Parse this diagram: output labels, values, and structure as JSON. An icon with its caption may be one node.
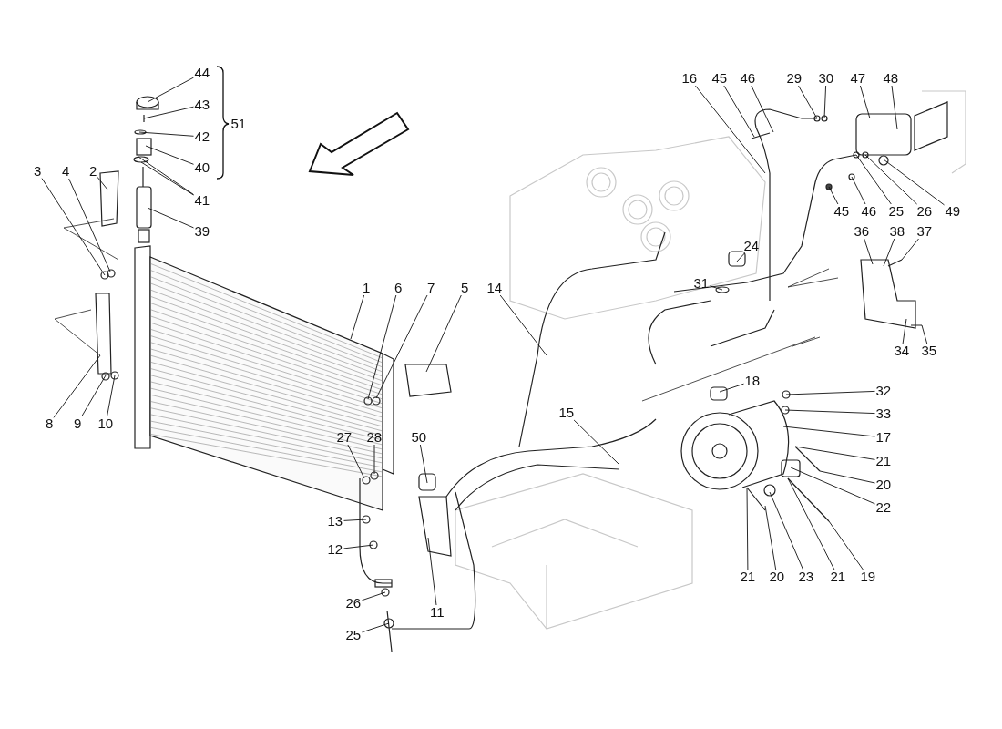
{
  "diagram": {
    "nodes": [
      {
        "text": [
          "44"
        ]
      },
      {
        "text": [
          "43"
        ]
      },
      {
        "text": [
          "42"
        ]
      },
      {
        "text": [
          "40"
        ]
      },
      {
        "text": [
          "41"
        ]
      },
      {
        "text": [
          "39"
        ]
      },
      {
        "text": [
          "3"
        ]
      },
      {
        "text": [
          "4"
        ]
      },
      {
        "text": [
          "2"
        ]
      },
      {
        "text": [
          "1"
        ]
      },
      {
        "text": [
          "6"
        ]
      },
      {
        "text": [
          "7"
        ]
      },
      {
        "text": [
          "5"
        ]
      },
      {
        "text": [
          "14"
        ]
      },
      {
        "text": [
          "8"
        ]
      },
      {
        "text": [
          "9"
        ]
      },
      {
        "text": [
          "10"
        ]
      },
      {
        "text": [
          "27"
        ]
      },
      {
        "text": [
          "28"
        ]
      },
      {
        "text": [
          "50"
        ]
      },
      {
        "text": [
          "15"
        ]
      },
      {
        "text": [
          "13"
        ]
      },
      {
        "text": [
          "12"
        ]
      },
      {
        "text": [
          "11"
        ]
      },
      {
        "text": [
          "26"
        ]
      },
      {
        "text": [
          "25"
        ]
      },
      {
        "text": [
          "16"
        ]
      },
      {
        "text": [
          "45"
        ]
      },
      {
        "text": [
          "46"
        ]
      },
      {
        "text": [
          "29"
        ]
      },
      {
        "text": [
          "30"
        ]
      },
      {
        "text": [
          "47"
        ]
      },
      {
        "text": [
          "48"
        ]
      },
      {
        "text": [
          "45"
        ]
      },
      {
        "text": [
          "46"
        ]
      },
      {
        "text": [
          "25"
        ]
      },
      {
        "text": [
          "26"
        ]
      },
      {
        "text": [
          "49"
        ]
      },
      {
        "text": [
          "36"
        ]
      },
      {
        "text": [
          "38"
        ]
      },
      {
        "text": [
          "37"
        ]
      },
      {
        "text": [
          "24"
        ]
      },
      {
        "text": [
          "31"
        ]
      },
      {
        "text": [
          "34"
        ]
      },
      {
        "text": [
          "35"
        ]
      },
      {
        "text": [
          "18"
        ]
      },
      {
        "text": [
          "32"
        ]
      },
      {
        "text": [
          "33"
        ]
      },
      {
        "text": [
          "17"
        ]
      },
      {
        "text": [
          "21"
        ]
      },
      {
        "text": [
          "20"
        ]
      },
      {
        "text": [
          "22"
        ]
      },
      {
        "text": [
          "21"
        ]
      },
      {
        "text": [
          "20"
        ]
      },
      {
        "text": [
          "23"
        ]
      },
      {
        "text": [
          "21"
        ]
      },
      {
        "text": [
          "19"
        ]
      }
    ],
    "edges": [
      {
        "from": 0,
        "to": null,
        "arrow": "none"
      },
      {
        "from": 1,
        "to": null,
        "arrow": "none"
      },
      {
        "from": 2,
        "to": null,
        "arrow": "none"
      },
      {
        "from": 3,
        "to": null,
        "arrow": "none"
      },
      {
        "from": 4,
        "to": null,
        "arrow": "none"
      },
      {
        "from": 4,
        "to": null,
        "arrow": "none"
      },
      {
        "from": 5,
        "to": null,
        "arrow": "none"
      },
      {
        "from": 6,
        "to": null,
        "arrow": "none"
      },
      {
        "from": 7,
        "to": null,
        "arrow": "none"
      },
      {
        "from": 8,
        "to": null,
        "arrow": "none"
      },
      {
        "from": 9,
        "to": null,
        "arrow": "none"
      },
      {
        "from": 10,
        "to": null,
        "arrow": "none"
      },
      {
        "from": 11,
        "to": null,
        "arrow": "none"
      },
      {
        "from": 12,
        "to": null,
        "arrow": "none"
      },
      {
        "from": 13,
        "to": null,
        "arrow": "none"
      },
      {
        "from": 14,
        "to": null,
        "arrow": "none"
      },
      {
        "from": 15,
        "to": null,
        "arrow": "none"
      },
      {
        "from": 16,
        "to": null,
        "arrow": "none"
      },
      {
        "from": 17,
        "to": null,
        "arrow": "none"
      },
      {
        "from": 18,
        "to": null,
        "arrow": "none"
      },
      {
        "from": 19,
        "to": null,
        "arrow": "none"
      },
      {
        "from": 20,
        "to": null,
        "arrow": "none"
      },
      {
        "from": 21,
        "to": null,
        "arrow": "none"
      },
      {
        "from": 22,
        "to": null,
        "arrow": "none"
      },
      {
        "from": 23,
        "to": null,
        "arrow": "none"
      },
      {
        "from": 24,
        "to": null,
        "arrow": "none"
      },
      {
        "from": 25,
        "to": null,
        "arrow": "none"
      },
      {
        "from": 26,
        "to": null,
        "arrow": "none"
      },
      {
        "from": 27,
        "to": null,
        "arrow": "none"
      },
      {
        "from": 28,
        "to": null,
        "arrow": "none"
      },
      {
        "from": 29,
        "to": null,
        "arrow": "none"
      },
      {
        "from": 30,
        "to": null,
        "arrow": "none"
      },
      {
        "from": 31,
        "to": null,
        "arrow": "none"
      },
      {
        "from": 32,
        "to": null,
        "arrow": "none"
      },
      {
        "from": 33,
        "to": null,
        "arrow": "none"
      },
      {
        "from": 34,
        "to": null,
        "arrow": "none"
      },
      {
        "from": 35,
        "to": null,
        "arrow": "none"
      },
      {
        "from": 36,
        "to": null,
        "arrow": "none"
      },
      {
        "from": 37,
        "to": null,
        "arrow": "none"
      },
      {
        "from": 38,
        "to": null,
        "arrow": "none"
      },
      {
        "from": 39,
        "to": null,
        "arrow": "none"
      },
      {
        "from": 40,
        "to": null,
        "arrow": "none"
      },
      {
        "from": 41,
        "to": null,
        "arrow": "none"
      },
      {
        "from": 42,
        "to": null,
        "arrow": "none"
      },
      {
        "from": 43,
        "to": null,
        "arrow": "none"
      },
      {
        "from": 44,
        "to": null,
        "arrow": "none"
      },
      {
        "from": 45,
        "to": null,
        "arrow": "none"
      },
      {
        "from": 46,
        "to": null,
        "arrow": "none"
      },
      {
        "from": 47,
        "to": null,
        "arrow": "none"
      },
      {
        "from": 48,
        "to": null,
        "arrow": "none"
      },
      {
        "from": 49,
        "to": null,
        "arrow": "none"
      },
      {
        "from": 50,
        "to": null,
        "arrow": "none"
      },
      {
        "from": 51,
        "to": null,
        "arrow": "none"
      },
      {
        "from": 52,
        "to": null,
        "arrow": "none"
      },
      {
        "from": 53,
        "to": null,
        "arrow": "none"
      },
      {
        "from": 54,
        "to": null,
        "arrow": "none"
      },
      {
        "from": 55,
        "to": null,
        "arrow": "none"
      },
      {
        "from": 56,
        "to": null,
        "arrow": "none"
      }
    ],
    "labels": [
      "51"
    ]
  }
}
